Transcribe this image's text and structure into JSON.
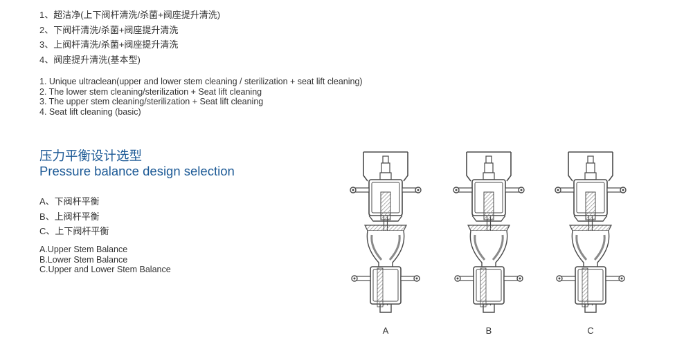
{
  "cleaning_options_cn": [
    "1、超洁净(上下阀杆清洗/杀菌+阀座提升清洗)",
    "2、下阀杆清洗/杀菌+阀座提升清洗",
    "3、上阀杆清洗/杀菌+阀座提升清洗",
    "4、阀座提升清洗(基本型)"
  ],
  "cleaning_options_en": [
    "1. Unique ultraclean(upper and lower stem cleaning / sterilization + seat lift cleaning)",
    "2. The lower stem cleaning/sterilization + Seat lift cleaning",
    "3. The upper stem cleaning/sterilization + Seat lift cleaning",
    "4. Seat lift cleaning (basic)"
  ],
  "section": {
    "title_cn": "压力平衡设计选型",
    "title_en": "Pressure balance design selection"
  },
  "balance_options_cn": [
    "A、下阀杆平衡",
    "B、上阀杆平衡",
    "C、上下阀杆平衡"
  ],
  "balance_options_en": [
    "A.Upper Stem Balance",
    "B.Lower Stem Balance",
    "C.Upper and Lower Stem Balance"
  ],
  "diagrams": {
    "labels": [
      "A",
      "B",
      "C"
    ],
    "line_color": "#4a4a4a",
    "hatch_color": "#8a8a8a"
  }
}
